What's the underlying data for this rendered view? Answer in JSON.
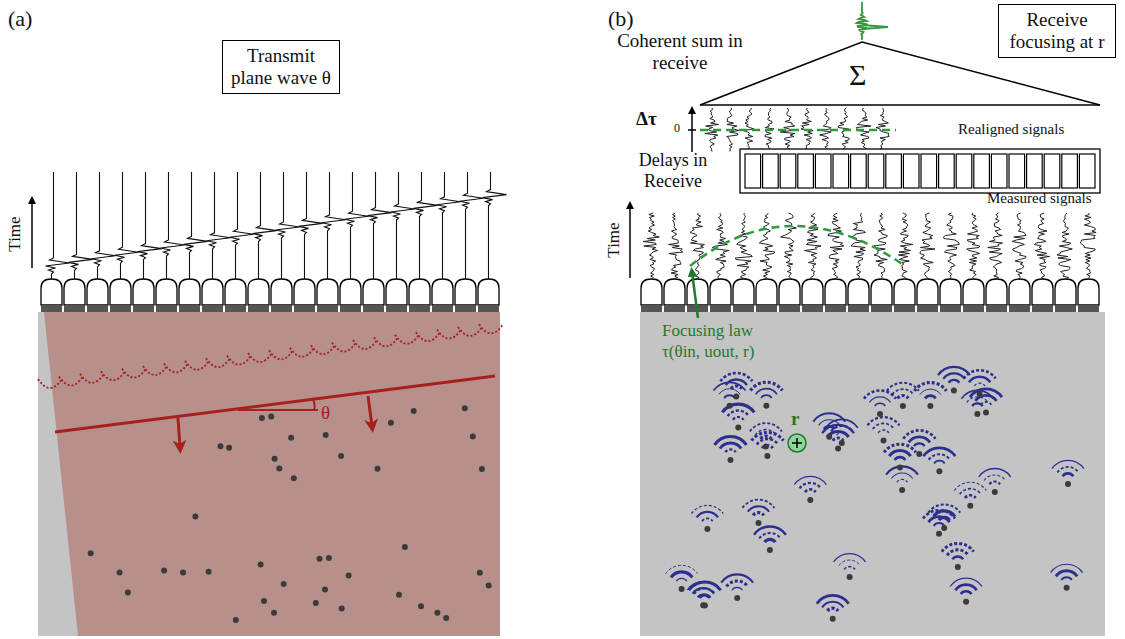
{
  "diagram": {
    "nodes": [
      {
        "text": [
          "Transmit plane wave θ"
        ]
      },
      {
        "text": [
          "Receive focusing at r"
        ]
      },
      {
        "text": [
          "Delays in Receive"
        ]
      }
    ],
    "labels": [
      "(a)",
      "(b)",
      "Time",
      "θ",
      "Coherent sum in receive",
      "Σ",
      "Δτ",
      "0",
      "Realigned signals",
      "Measured signals",
      "Time",
      "Focusing law",
      "τ(θin, uout, r)",
      "r"
    ]
  }
}
